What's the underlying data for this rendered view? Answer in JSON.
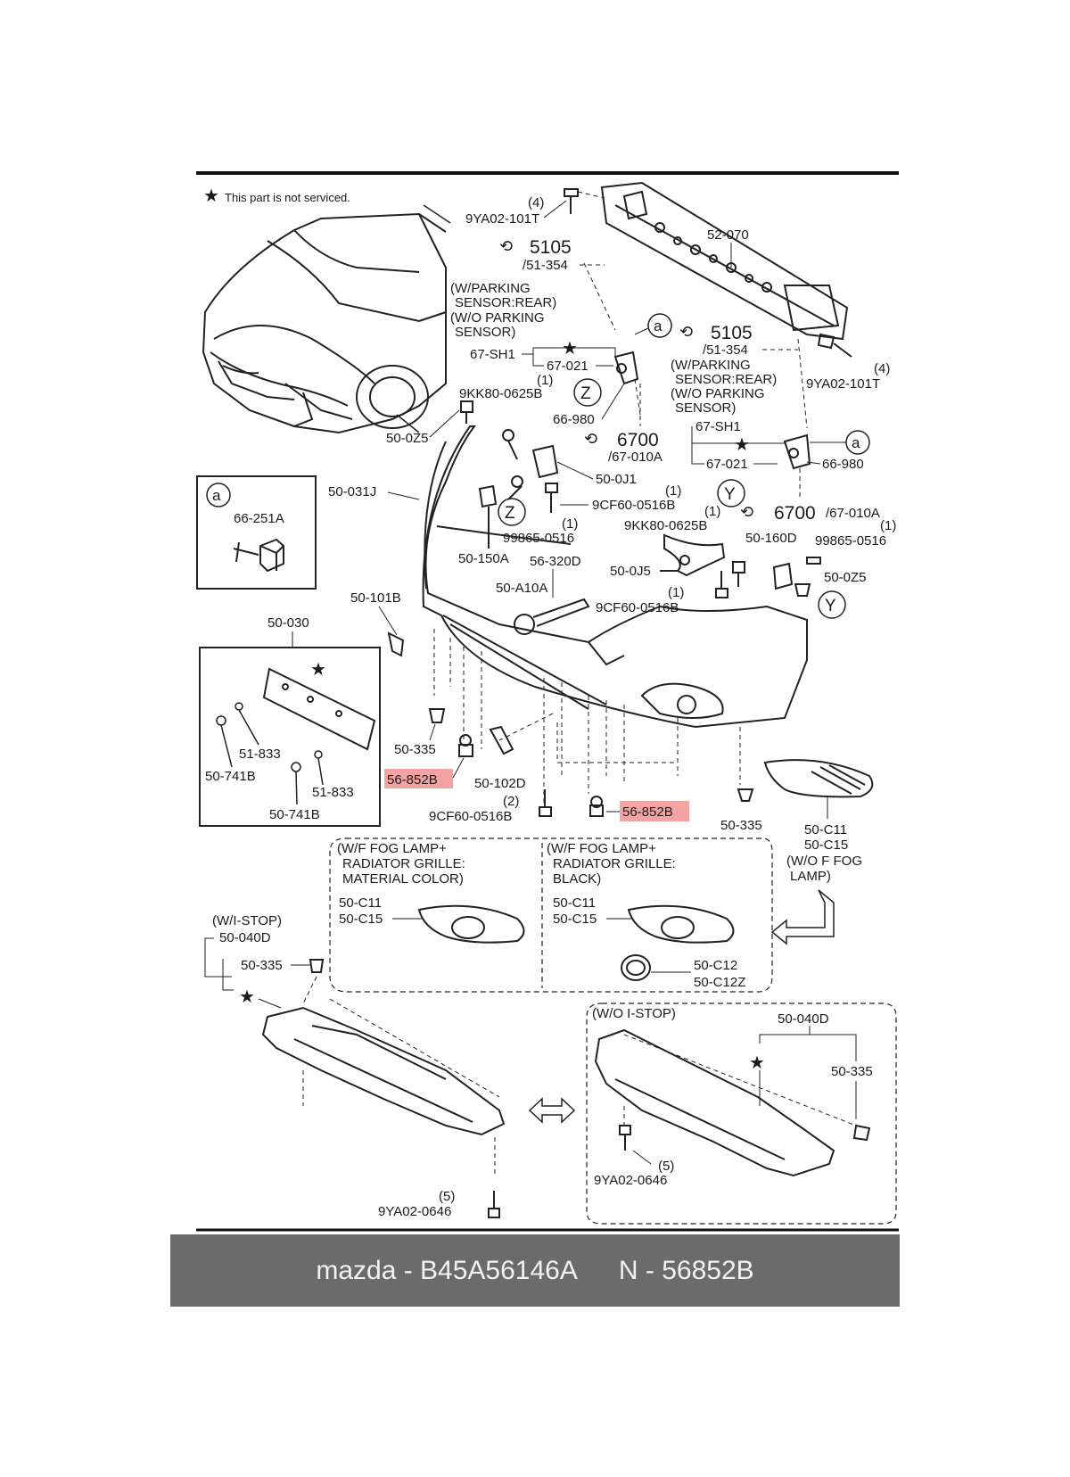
{
  "note": "This part is not serviced.",
  "callouts": {
    "a": "a",
    "z": "Z",
    "y": "Y"
  },
  "labels": {
    "bolt_top_left_qty": "(4)",
    "bolt_top_left": "9YA02-101T",
    "ref_5105_a": "5105",
    "ref_51354_a": "/51-354",
    "reinforcement": "52-070",
    "sensor_note_left": [
      "(W/PARKING",
      "SENSOR:REAR)",
      "(W/O PARKING",
      "SENSOR)"
    ],
    "bracket_left": "67-SH1",
    "bracket_left_021": "67-021",
    "bracket_left_021_qty": "(1)",
    "holder_left": "66-980",
    "ref_5105_b": "5105",
    "ref_51354_b": "/51-354",
    "sensor_note_right": [
      "(W/PARKING",
      "SENSOR:REAR)",
      "(W/O PARKING",
      "SENSOR)"
    ],
    "bolt_top_right_qty": "(4)",
    "bolt_top_right": "9YA02-101T",
    "screw_left": "9KK80-0625B",
    "ref_6700_a": "6700",
    "ref_67010a_a": "/67-010A",
    "bracket_right": "67-SH1",
    "bracket_right_021": "67-021",
    "holder_right": "66-980",
    "fastener_0z5_left": "50-0Z5",
    "bracket_0j1": "50-0J1",
    "bumper": "50-031J",
    "bolt_9cf_a_qty": "(1)",
    "bolt_9cf_a": "9CF60-0516B",
    "screw_99865_a_qty": "(1)",
    "screw_99865_a": "99865-0516",
    "ref_6700_b": "6700",
    "ref_67010a_b": "/67-010A",
    "screw_right_qty": "(1)",
    "screw_right": "9KK80-0625B",
    "inset_a_part": "66-251A",
    "fastener_150a": "50-150A",
    "washer_320d": "56-320D",
    "bracket_0j5": "50-0J5",
    "bracket_160d": "50-160D",
    "screw_99865_b_qty": "(1)",
    "screw_99865_b": "99865-0516",
    "fastener_0z5_right": "50-0Z5",
    "plug_a10a": "50-A10A",
    "bolt_9cf_b_qty": "(1)",
    "bolt_9cf_b": "9CF60-0516B",
    "fastener_101b": "50-101B",
    "plate_030": "50-030",
    "clip_335_a": "50-335",
    "nut_851_a": "56-852B",
    "bracket_102d": "50-102D",
    "bolt_9cf_c_qty": "(2)",
    "bolt_9cf_c": "9CF60-0516B",
    "nut_851_b": "56-852B",
    "clip_335_b": "50-335",
    "cover_c11": "50-C11",
    "cover_c15": "50-C15",
    "no_fog_note": [
      "(W/O F FOG",
      "LAMP)"
    ],
    "plate_833_a": "51-833",
    "plate_741b_a": "50-741B",
    "plate_833_b": "51-833",
    "plate_741b_b": "50-741B",
    "fog_material_note": [
      "(W/F FOG LAMP+",
      "RADIATOR GRILLE:",
      "MATERIAL COLOR)"
    ],
    "fog_black_note": [
      "(W/F FOG LAMP+",
      "RADIATOR GRILLE:",
      "BLACK)"
    ],
    "fog_mat_c11": "50-C11",
    "fog_mat_c15": "50-C15",
    "fog_blk_c11": "50-C11",
    "fog_blk_c15": "50-C15",
    "fog_blk_c12": "50-C12",
    "fog_blk_c12z": "50-C12Z",
    "istop_note": "(W/I-STOP)",
    "lower_040d": "50-040D",
    "lower_335": "50-335",
    "no_istop_note": "(W/O I-STOP)",
    "lower_040d_b": "50-040D",
    "lower_335_b": "50-335",
    "bolt_9ya_b_qty": "(5)",
    "bolt_9ya_b": "9YA02-0646",
    "bolt_9ya_a_qty": "(5)",
    "bolt_9ya_a": "9YA02-0646"
  },
  "footer": {
    "brand_part": "mazda - B45A56146A",
    "ref_part": "N - 56852B"
  },
  "colors": {
    "highlight": "#f4a3a3",
    "footer_bg": "#6b6b6b",
    "line": "#1a1a1a"
  }
}
